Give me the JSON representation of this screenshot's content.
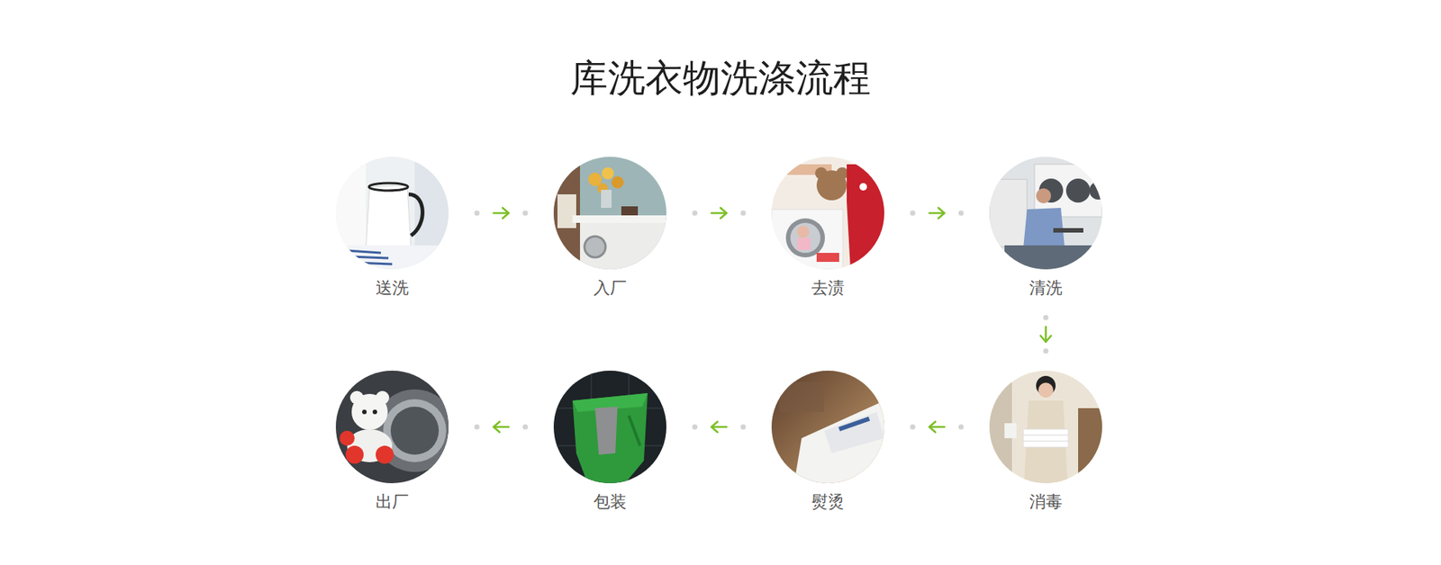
{
  "diagram": {
    "title": "库洗衣物洗涤流程",
    "nodes": [
      {
        "text": [
          "送洗"
        ]
      },
      {
        "text": [
          "入厂"
        ]
      },
      {
        "text": [
          "去渍"
        ]
      },
      {
        "text": [
          "清洗"
        ]
      },
      {
        "text": [
          "消毒"
        ]
      },
      {
        "text": [
          "熨烫"
        ]
      },
      {
        "text": [
          "包装"
        ]
      },
      {
        "text": [
          "出厂"
        ]
      }
    ],
    "edges": [
      {
        "from": 0,
        "to": 1,
        "arrow": "to"
      },
      {
        "from": 1,
        "to": 2,
        "arrow": "to"
      },
      {
        "from": 2,
        "to": 3,
        "arrow": "to"
      },
      {
        "from": 3,
        "to": 4,
        "arrow": "to"
      },
      {
        "from": 4,
        "to": 5,
        "arrow": "to"
      },
      {
        "from": 5,
        "to": 6,
        "arrow": "to"
      },
      {
        "from": 6,
        "to": 7,
        "arrow": "to"
      }
    ]
  }
}
